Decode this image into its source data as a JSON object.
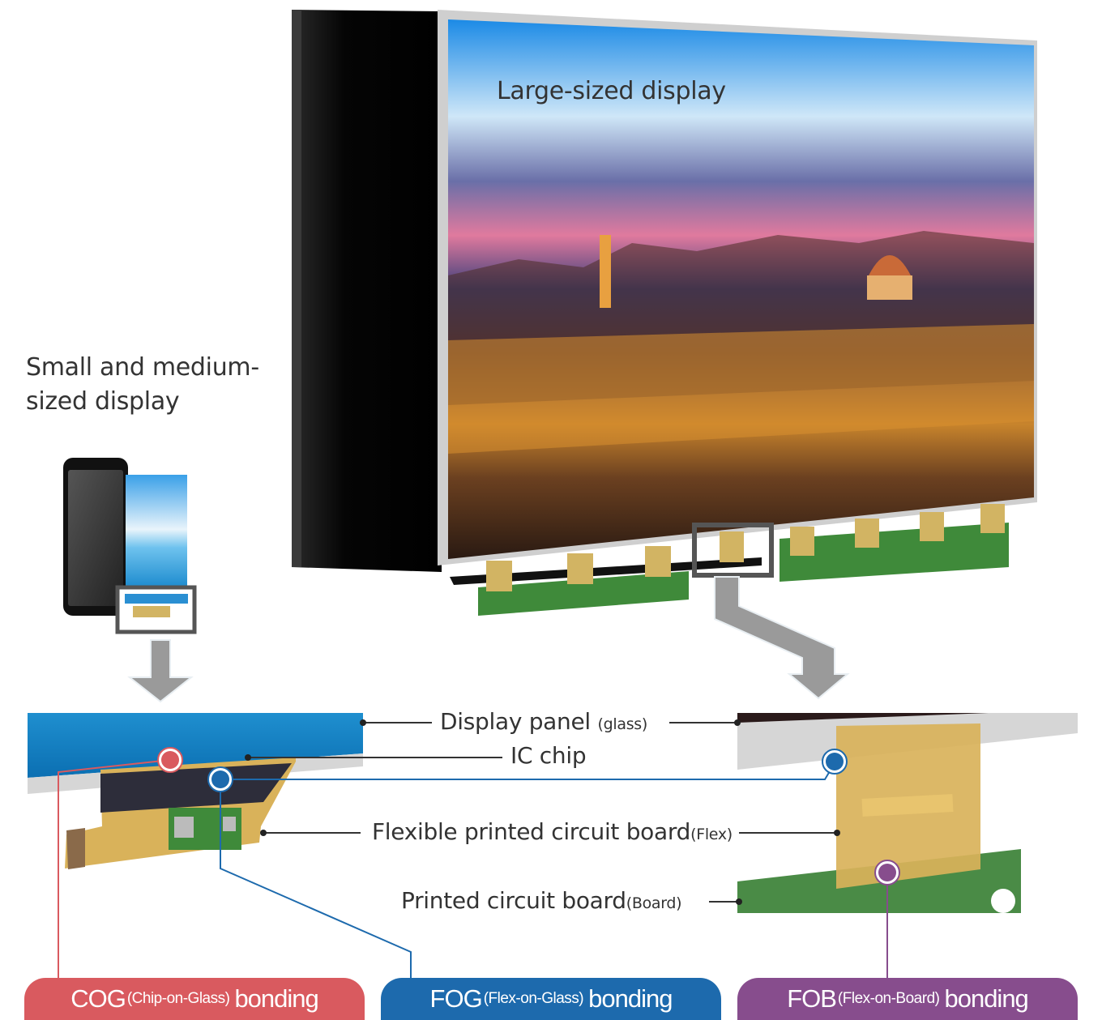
{
  "diagram": {
    "title_large": "Large-sized display",
    "title_small": [
      "Small and medium-",
      "sized display"
    ],
    "components": {
      "display_panel": {
        "main": "Display panel",
        "sub": "(glass)"
      },
      "ic_chip": {
        "main": "IC chip"
      },
      "flex": {
        "main": "Flexible printed circuit board",
        "sub": "(Flex)"
      },
      "board": {
        "main": "Printed circuit board",
        "sub": "(Board)"
      }
    },
    "bonding_types": [
      {
        "abbr": "COG",
        "full": "(Chip-on-Glass)",
        "suffix": "bonding",
        "color": "#d95a5f"
      },
      {
        "abbr": "FOG",
        "full": "(Flex-on-Glass)",
        "suffix": "bonding",
        "color": "#1d6aad"
      },
      {
        "abbr": "FOB",
        "full": "(Flex-on-Board)",
        "suffix": "bonding",
        "color": "#874d8d"
      }
    ],
    "colors": {
      "cog": "#d95a5f",
      "fog": "#1d6aad",
      "fob": "#874d8d",
      "leader": "#333333",
      "arrow": "#9a9a9a",
      "flex": "#d9b25a",
      "pcb": "#3f8a3a",
      "glass": "#d6d6d6"
    }
  }
}
